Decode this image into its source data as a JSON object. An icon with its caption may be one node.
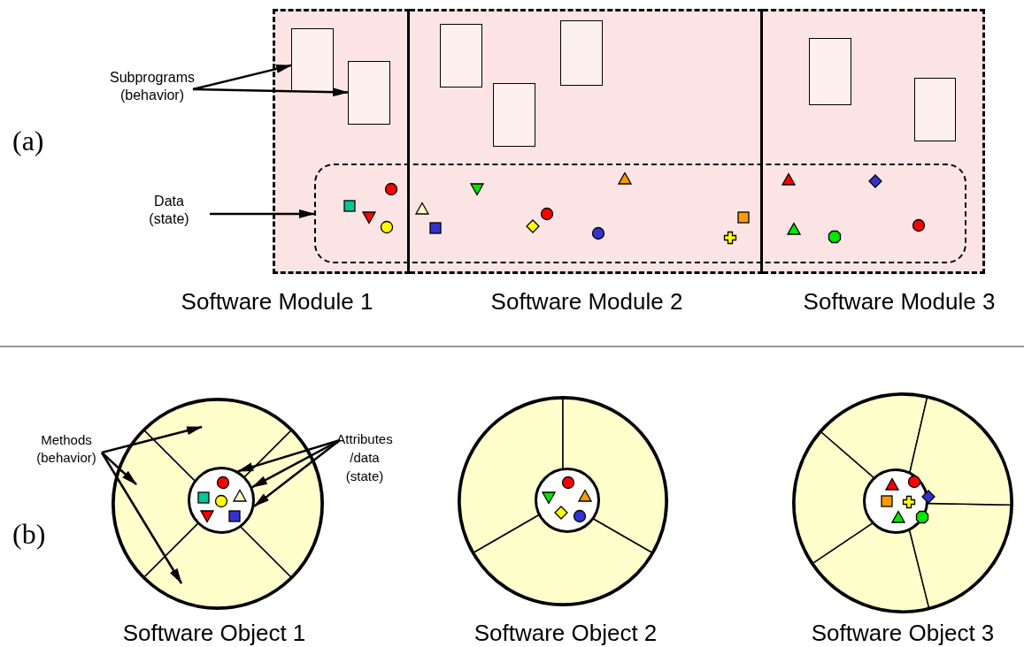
{
  "diagram": {
    "nodes": [
      {
        "text": [
          "Software Module 1"
        ]
      },
      {
        "text": [
          "Software Module 2"
        ]
      },
      {
        "text": [
          "Software Module 3"
        ]
      },
      {
        "text": [],
        "shape": "box",
        "in": 0
      },
      {
        "text": [],
        "shape": "box",
        "in": 0
      },
      {
        "text": [],
        "shape": "box",
        "in": 1
      },
      {
        "text": [],
        "shape": "box",
        "in": 1
      },
      {
        "text": [],
        "shape": "box",
        "in": 1
      },
      {
        "text": [],
        "shape": "box",
        "in": 2
      },
      {
        "text": [],
        "shape": "box",
        "in": 2
      },
      {
        "text": [],
        "shape": "box"
      },
      {
        "text": [
          "Subprograms (behavior)"
        ]
      },
      {
        "text": [
          "Data (state)"
        ]
      },
      {
        "text": [
          "Software Object 1"
        ]
      },
      {
        "text": [],
        "shape": "circle",
        "in": 13
      },
      {
        "text": [
          "Methods (behavior)"
        ]
      },
      {
        "text": [
          "Attributes /data (state)"
        ]
      },
      {
        "text": [
          "Software Object 2"
        ]
      },
      {
        "text": [],
        "shape": "circle",
        "in": 17
      },
      {
        "text": [
          "Software Object 3"
        ]
      },
      {
        "text": [],
        "shape": "circle",
        "in": 19
      }
    ],
    "edges": [
      {
        "from": 11,
        "to": 3,
        "arrow": "to"
      },
      {
        "from": 11,
        "to": 4,
        "arrow": "to"
      },
      {
        "from": 12,
        "to": 10,
        "arrow": "to"
      },
      {
        "from": 15,
        "to": 13,
        "arrow": "to"
      },
      {
        "from": 15,
        "to": 13,
        "arrow": "to"
      },
      {
        "from": 15,
        "to": 13,
        "arrow": "to"
      },
      {
        "from": 16,
        "to": 14,
        "arrow": "to"
      },
      {
        "from": 16,
        "to": 14,
        "arrow": "to"
      },
      {
        "from": 16,
        "to": 14,
        "arrow": "to"
      }
    ],
    "labels": [
      "(a)",
      "(b)"
    ]
  }
}
